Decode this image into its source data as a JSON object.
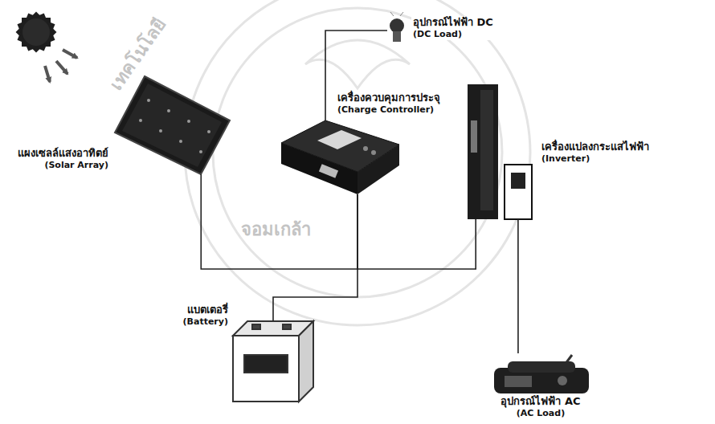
{
  "diagram": {
    "nodes": [
      {
        "text": [
          "อุปกรณ์ไฟฟ้า DC",
          "(DC Load)"
        ]
      },
      {
        "text": [
          "เครื่องควบคุมการประจุ",
          "(Charge Controller)"
        ]
      },
      {
        "text": [
          "เครื่องแปลงกระแสไฟฟ้า",
          "(Inverter)"
        ]
      },
      {
        "text": [
          "แผงเซลล์แสงอาทิตย์",
          "(Solar Array)"
        ]
      },
      {
        "text": [
          "แบตเตอรี่",
          "(Battery)"
        ]
      },
      {
        "text": [
          "อุปกรณ์ไฟฟ้า AC",
          "(AC Load)"
        ]
      }
    ],
    "edges": [
      {
        "from": 3,
        "to": 1,
        "arrow": "none"
      },
      {
        "from": 1,
        "to": 2,
        "arrow": "none"
      },
      {
        "from": 1,
        "to": 0,
        "arrow": "none"
      },
      {
        "from": 1,
        "to": 4,
        "arrow": "none"
      },
      {
        "from": 2,
        "to": 5,
        "arrow": "none"
      }
    ],
    "labels": [
      "เทคโนโลยี",
      "จอมเกล้า"
    ]
  }
}
